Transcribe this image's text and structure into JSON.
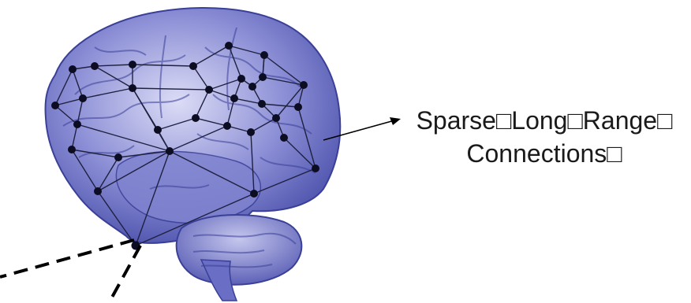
{
  "callout": {
    "line1": "Sparse□Long□Range□",
    "line2": "Connections□"
  },
  "colors": {
    "brain_base": "#5b5fb8",
    "brain_light": "#c9cbef",
    "brain_dark": "#2a2f86",
    "node": "#0c0c22",
    "edge": "#1f2140",
    "dashed": "#000000"
  },
  "graph": {
    "node_count": 31,
    "edges_note": "network of long-range connections over brain"
  }
}
